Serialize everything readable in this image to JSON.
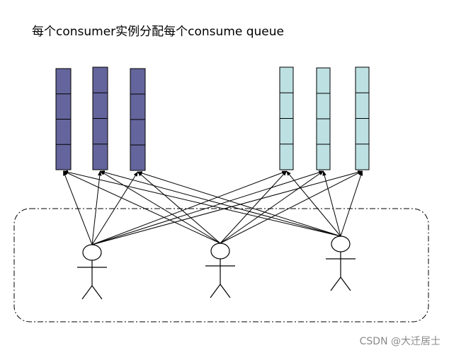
{
  "title": "每个consumer实例分配每个consume queue",
  "watermark": "CSDN @大迁居士",
  "colors": {
    "queue_group_1": "#65659d",
    "queue_group_2": "#bde0e2",
    "stroke": "#000000",
    "watermark": "#8a8a8a"
  },
  "queue_groups": [
    {
      "queues": 3,
      "cells_per_queue": 4,
      "color_key": "queue_group_1"
    },
    {
      "queues": 3,
      "cells_per_queue": 4,
      "color_key": "queue_group_2"
    }
  ],
  "consumers": 3,
  "connection_pattern": "each consumer to every queue"
}
